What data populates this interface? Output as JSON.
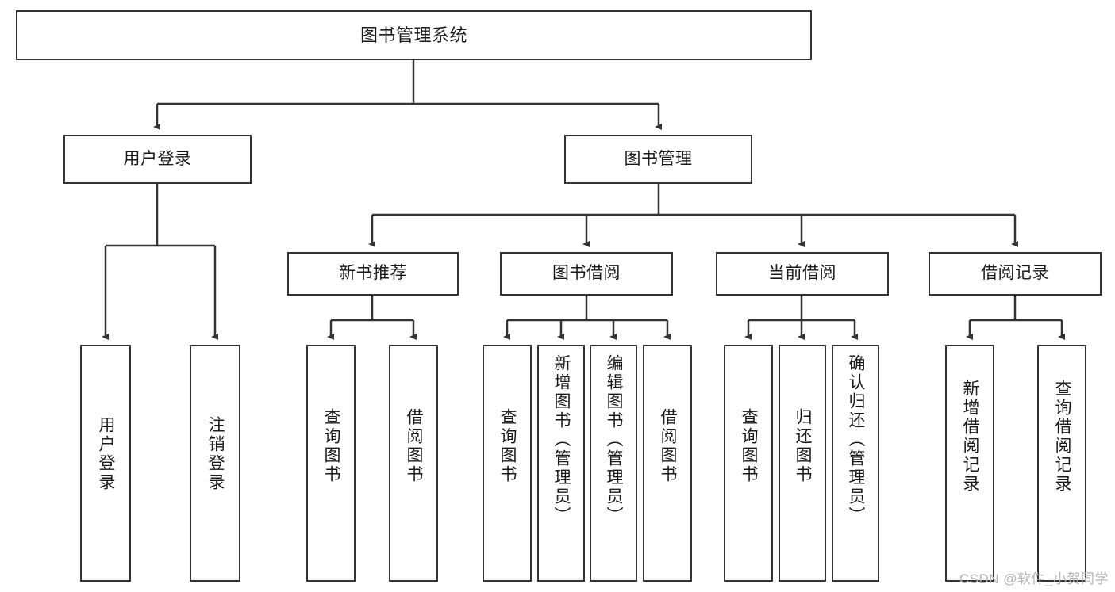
{
  "diagram": {
    "title": "图书管理系统",
    "type": "tree-hierarchy-diagram",
    "colors": {
      "box_border": "#333333",
      "box_fill": "#ffffff",
      "connector": "#333333",
      "text": "#1a1a1a",
      "watermark": "#b4b4b4"
    },
    "root": {
      "label": "图书管理系统"
    },
    "level2": [
      {
        "id": "user-login",
        "label": "用户登录"
      },
      {
        "id": "book-management",
        "label": "图书管理"
      }
    ],
    "level3": [
      {
        "id": "new-book-recommend",
        "label": "新书推荐"
      },
      {
        "id": "book-borrow",
        "label": "图书借阅"
      },
      {
        "id": "current-borrow",
        "label": "当前借阅"
      },
      {
        "id": "borrow-record",
        "label": "借阅记录"
      }
    ],
    "leaves": {
      "user-login": [
        {
          "id": "leaf-user-login",
          "label": "用户登录"
        },
        {
          "id": "leaf-logout-login",
          "label": "注销登录"
        }
      ],
      "new-book-recommend": [
        {
          "id": "leaf-query-books-1",
          "label": "查询图书"
        },
        {
          "id": "leaf-borrow-books-1",
          "label": "借阅图书"
        }
      ],
      "book-borrow": [
        {
          "id": "leaf-query-books-2",
          "label": "查询图书"
        },
        {
          "id": "leaf-add-book-admin",
          "label": "新增图书（管理员）"
        },
        {
          "id": "leaf-edit-book-admin",
          "label": "编辑图书（管理员）"
        },
        {
          "id": "leaf-borrow-books-2",
          "label": "借阅图书"
        }
      ],
      "current-borrow": [
        {
          "id": "leaf-query-books-3",
          "label": "查询图书"
        },
        {
          "id": "leaf-return-books",
          "label": "归还图书"
        },
        {
          "id": "leaf-confirm-return-admin",
          "label": "确认归还（管理员）"
        }
      ],
      "borrow-record": [
        {
          "id": "leaf-add-borrow-record",
          "label": "新增借阅记录"
        },
        {
          "id": "leaf-query-borrow-record",
          "label": "查询借阅记录"
        }
      ]
    }
  },
  "watermark": {
    "text": "CSDN @软件_小贺同学"
  }
}
